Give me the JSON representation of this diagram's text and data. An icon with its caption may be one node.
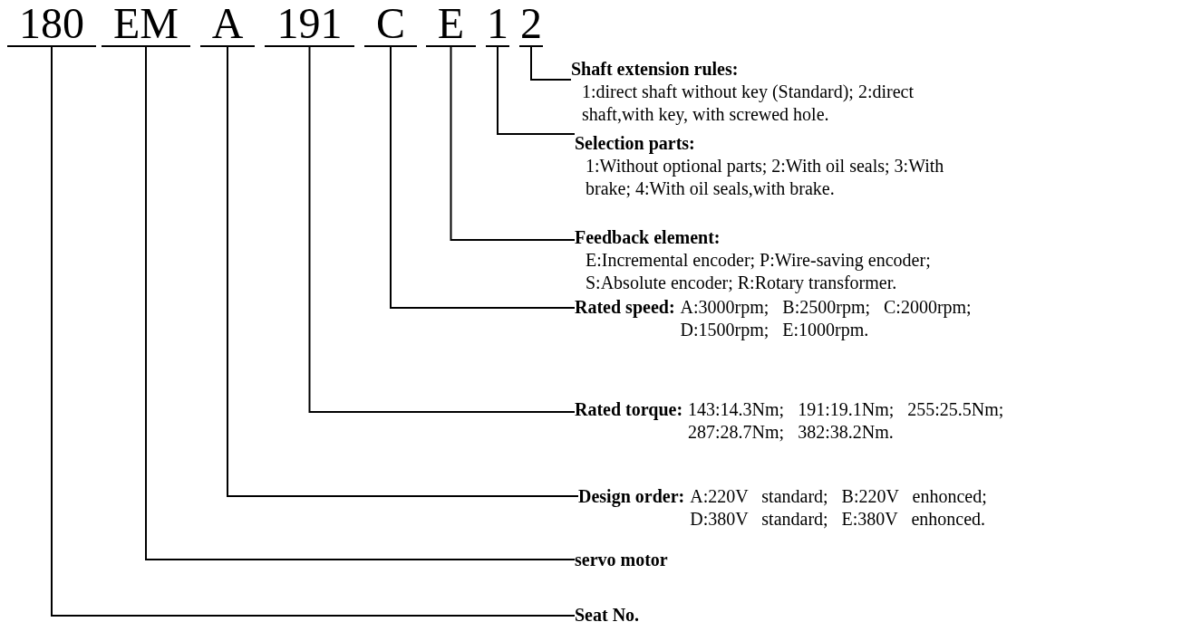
{
  "diagram": {
    "nodes": [
      {
        "text": [
          "180"
        ]
      },
      {
        "text": [
          "EM"
        ]
      },
      {
        "text": [
          "A"
        ]
      },
      {
        "text": [
          "191"
        ]
      },
      {
        "text": [
          "C"
        ]
      },
      {
        "text": [
          "E"
        ]
      },
      {
        "text": [
          "1"
        ]
      },
      {
        "text": [
          "2"
        ]
      },
      {
        "text": [
          "Shaft extension rules:",
          "1:direct shaft without key (Standard); 2:direct shaft,with key, with screwed hole."
        ]
      },
      {
        "text": [
          "Selection parts:",
          "1:Without optional parts; 2:With oil seals; 3:With brake; 4:With oil seals,with brake."
        ]
      },
      {
        "text": [
          "Feedback element:",
          "E:Incremental encoder; P:Wire-saving encoder; S:Absolute encoder; R:Rotary transformer."
        ]
      },
      {
        "text": [
          "Rated speed:",
          "A:3000rpm; B:2500rpm; C:2000rpm; D:1500rpm; E:1000rpm."
        ]
      },
      {
        "text": [
          "Rated torque:",
          "143:14.3Nm; 191:19.1Nm; 255:25.5Nm; 287:28.7Nm; 382:38.2Nm."
        ]
      },
      {
        "text": [
          "Design order:",
          "A:220V standard; B:220V enhonced; D:380V standard; E:380V enhonced."
        ]
      },
      {
        "text": [
          "servo motor"
        ]
      },
      {
        "text": [
          "Seat No."
        ]
      }
    ],
    "edges": [
      {
        "from": 7,
        "to": 8,
        "arrow": "none"
      },
      {
        "from": 6,
        "to": 9,
        "arrow": "none"
      },
      {
        "from": 5,
        "to": 10,
        "arrow": "none"
      },
      {
        "from": 4,
        "to": 11,
        "arrow": "none"
      },
      {
        "from": 3,
        "to": 12,
        "arrow": "none"
      },
      {
        "from": 2,
        "to": 13,
        "arrow": "none"
      },
      {
        "from": 1,
        "to": 14,
        "arrow": "none"
      },
      {
        "from": 0,
        "to": 15,
        "arrow": "none"
      }
    ]
  }
}
